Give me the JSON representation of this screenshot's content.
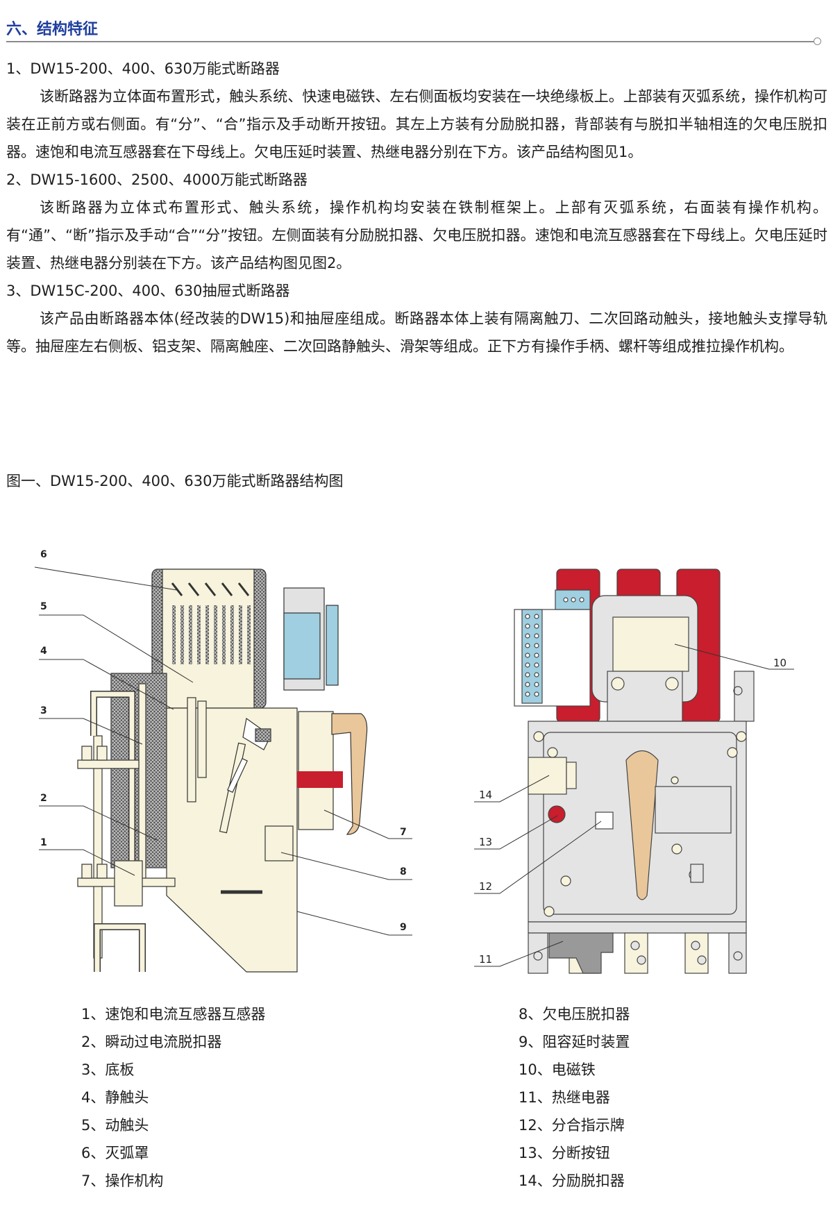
{
  "heading": "六、结构特征",
  "sections": [
    {
      "title": "1、DW15-200、400、630万能式断路器",
      "body": "该断路器为立体面布置形式，触头系统、快速电磁铁、左右侧面板均安装在一块绝缘板上。上部装有灭弧系统，操作机构可装在正前方或右侧面。有“分”、“合”指示及手动断开按钮。其左上方装有分励脱扣器，背部装有与脱扣半轴相连的欠电压脱扣器。速饱和电流互感器套在下母线上。欠电压延时装置、热继电器分别在下方。该产品结构图见1。"
    },
    {
      "title": "2、DW15-1600、2500、4000万能式断路器",
      "body": "该断路器为立体式布置形式、触头系统，操作机构均安装在铁制框架上。上部有灭弧系统，右面装有操作机构。有“通”、“断”指示及手动“合”“分”按钮。左侧面装有分励脱扣器、欠电压脱扣器。速饱和电流互感器套在下母线上。欠电压延时装置、热继电器分别装在下方。该产品结构图见图2。"
    },
    {
      "title": "3、DW15C-200、400、630抽屉式断路器",
      "body": "该产品由断路器本体(经改装的DW15)和抽屉座组成。断路器本体上装有隔离触刀、二次回路动触头，接地触头支撑导轨等。抽屉座左右侧板、铝支架、隔离触座、二次回路静触头、滑架等组成。正下方有操作手柄、螺杆等组成推拉操作机构。"
    }
  ],
  "figure_title": "图一、DW15-200、400、630万能式断路器结构图",
  "callouts_left": [
    "6",
    "5",
    "4",
    "3",
    "2",
    "1",
    "7",
    "8",
    "9"
  ],
  "callouts_right": [
    "10",
    "14",
    "13",
    "12",
    "11"
  ],
  "legend_left": [
    "1、速饱和电流互感器互感器",
    "2、瞬动过电流脱扣器",
    "3、底板",
    "4、静触头",
    "5、动触头",
    "6、灭弧罩",
    "7、操作机构"
  ],
  "legend_right": [
    "8、欠电压脱扣器",
    "9、阻容延时装置",
    "10、电磁铁",
    "11、热继电器",
    "12、分合指示牌",
    "13、分断按钮",
    "14、分励脱扣器"
  ],
  "colors": {
    "heading": "#1f3f9e",
    "cream": "#f7f3dc",
    "red": "#c81e2d",
    "blue": "#9fcfe0",
    "tan": "#e9c79b",
    "gray": "#e4e4e4"
  }
}
